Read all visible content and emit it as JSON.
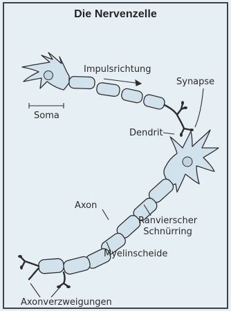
{
  "title": "Die Nervenzelle",
  "labels": {
    "soma": "Soma",
    "impulsrichtung": "Impulsrichtung",
    "synapse": "Synapse",
    "dendrit": "Dendrit",
    "axon": "Axon",
    "ranvier_line1": "Ranvierscher",
    "ranvier_line2": "Schnürring",
    "myelinscheide": "Myelinscheide",
    "axonverzweigungen": "Axonverzweigungen"
  },
  "colors": {
    "background": "#e6eff4",
    "cell_fill": "#d2e2ec",
    "line": "#2d2d2d",
    "nucleus": "#c2d4df"
  }
}
